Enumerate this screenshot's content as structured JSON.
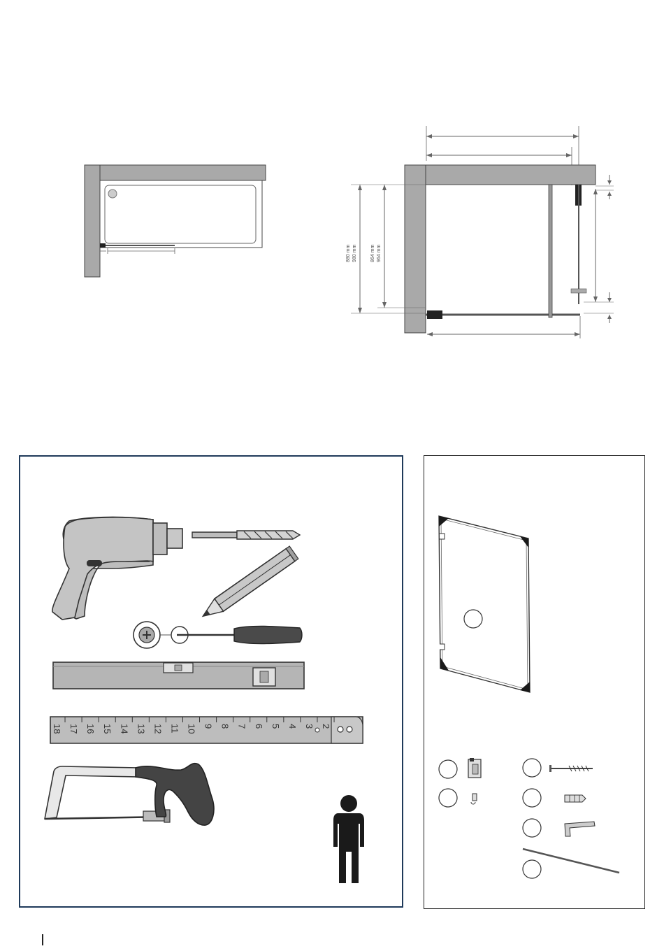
{
  "dimensions": {
    "outer_height_label": "880 mm",
    "outer_height_label_2": "980 mm",
    "inner_height_label": "864 mm",
    "inner_height_label_2": "964 mm"
  },
  "ruler": {
    "numbers": [
      "18",
      "17",
      "16",
      "15",
      "14",
      "13",
      "12",
      "11",
      "10",
      "9",
      "8",
      "7",
      "6",
      "5",
      "4",
      "3",
      "2"
    ]
  },
  "parts": {
    "count": 7
  },
  "colors": {
    "wall_gray": "#a9a9a9",
    "frame_navy": "#1f3a5a",
    "tool_gray": "#b5b5b5",
    "dark": "#3a3a3a"
  }
}
